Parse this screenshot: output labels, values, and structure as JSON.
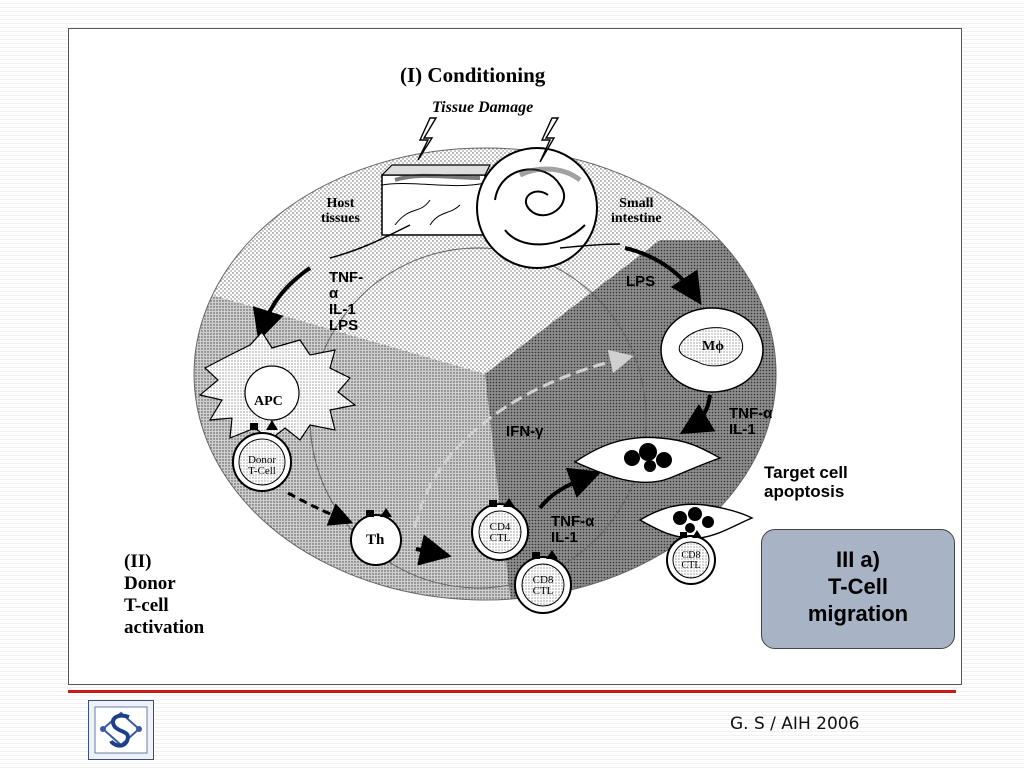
{
  "diagram": {
    "title": "(I) Conditioning",
    "tissue_damage": "Tissue Damage",
    "host_tissues": [
      "Host",
      "tissues"
    ],
    "small_intestine": [
      "Small",
      "intestine"
    ],
    "left_cytokines": [
      "TNF-",
      "α",
      "IL-1",
      "LPS"
    ],
    "lps": "LPS",
    "macrophage": "Mϕ",
    "right_cytokines": [
      "TNF-α",
      "IL-1"
    ],
    "target_apoptosis": [
      "Target cell",
      "apoptosis"
    ],
    "apc": "APC",
    "donor_t_cell": [
      "Donor",
      "T-Cell"
    ],
    "ifn": "IFN-γ",
    "th": "Th",
    "cd4_ctl": [
      "CD4",
      "CTL"
    ],
    "cd8_ctl": [
      "CD8",
      "CTL"
    ],
    "cd8_ctl_right": [
      "CD8",
      "CTL"
    ],
    "lower_cytokines": [
      "TNF-α",
      "IL-1"
    ],
    "phase2": [
      "(II)",
      "Donor",
      "T-cell",
      "activation"
    ]
  },
  "callout": {
    "lines": [
      "III a)",
      "T-Cell",
      "migration"
    ],
    "color": "#a8b4c6"
  },
  "footer": {
    "text": "G. S / AIH 2006",
    "line_color": "#cc1a1a"
  },
  "icons": {
    "logo": "institution-logo-icon",
    "lightning": "lightning-bolt-icon"
  }
}
